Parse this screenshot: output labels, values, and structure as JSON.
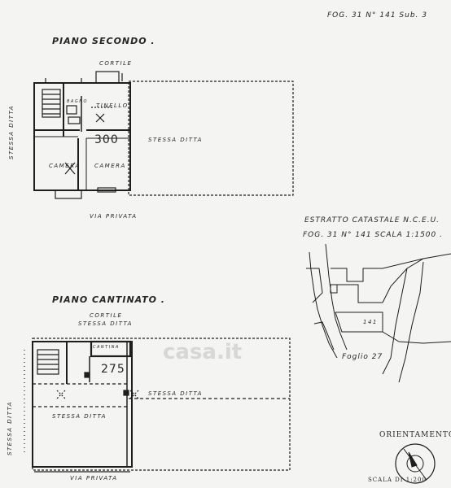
{
  "header": {
    "reference": "FOG. 31  N° 141  Sub. 3"
  },
  "second_floor": {
    "title": "PIANO  SECONDO .",
    "label_top": "CORTILE",
    "label_bottom": "VIA PRIVATA",
    "label_side": "STESSA DITTA",
    "label_right": "STESSA DITTA",
    "room_bath": "BAGNO",
    "room_kitchen": "TINELLO",
    "room_bed1": "CAMERA",
    "room_bed2": "CAMERA",
    "height": "300"
  },
  "basement": {
    "title": "PIANO CANTINATO .",
    "label_top_1": "CORTILE",
    "label_top_2": "STESSA DITTA",
    "label_bottom": "VIA PRIVATA",
    "label_side": "STESSA DITTA",
    "label_right": "STESSA DITTA",
    "label_left_room": "STESSA DITTA",
    "cellar": "CANTINA",
    "height": "275"
  },
  "extract": {
    "title": "ESTRATTO CATASTALE  N.C.E.U.",
    "subtitle": "FOG. 31  N° 141  SCALA  1:1500 .",
    "parcel": "141",
    "sheet": "Foglio 27"
  },
  "orientation": {
    "label": "ORIENTAMENTO",
    "scale": "SCALA DI 1:200"
  },
  "watermark": "casa.it"
}
